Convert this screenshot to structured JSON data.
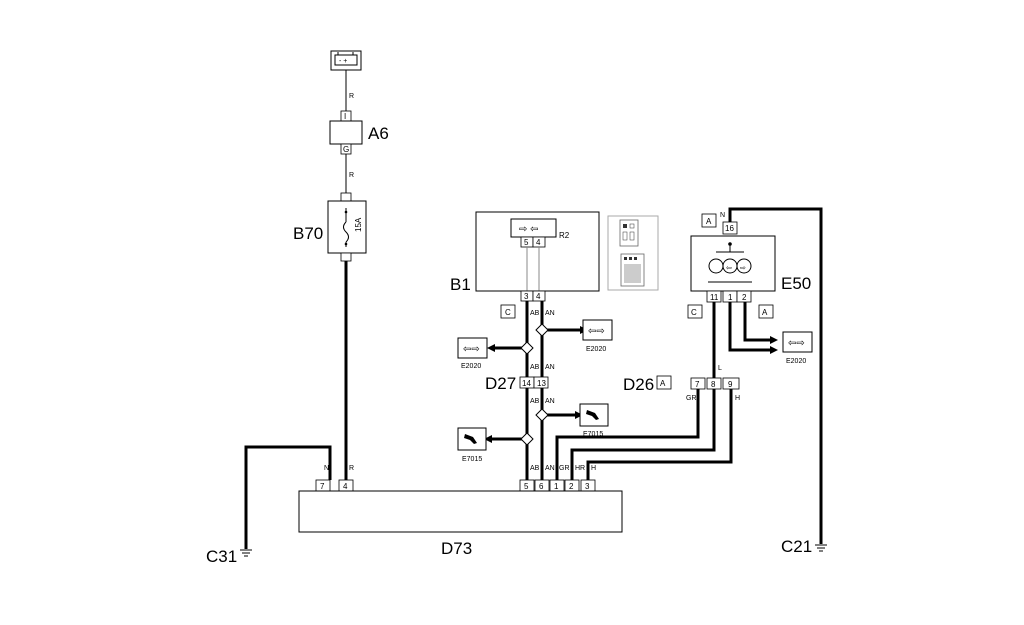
{
  "components": {
    "battery": {
      "icon": "battery-icon"
    },
    "a6": {
      "name": "A6",
      "pin_top": "I",
      "pin_bottom": "G"
    },
    "b70": {
      "name": "B70",
      "fuse_rating": "15A"
    },
    "b1": {
      "name": "B1",
      "connector_id": "R2",
      "pins": [
        "5",
        "4"
      ],
      "bottom_pins": [
        "3",
        "4"
      ]
    },
    "e50": {
      "name": "E50",
      "top_pin": "16",
      "pins": [
        "11",
        "1",
        "2"
      ]
    },
    "d27": {
      "name": "D27",
      "pins": [
        "14",
        "13"
      ]
    },
    "d26": {
      "name": "D26",
      "pins": [
        "7",
        "8",
        "9"
      ]
    },
    "d73": {
      "name": "D73",
      "pins": [
        "7",
        "4",
        "5",
        "6",
        "1",
        "2",
        "3"
      ]
    },
    "c31": {
      "name": "C31"
    },
    "c21": {
      "name": "C21"
    }
  },
  "connector_tags": {
    "b1_bottom": "C",
    "e50_top": "A",
    "e50_left": "C",
    "e50_right": "A",
    "d26": "A"
  },
  "wire_labels": {
    "bat_a6": "R",
    "a6_b70": "R",
    "b70_d73": "R",
    "c31_d73": "N",
    "c21_e50": "N",
    "b1_ab_top": "AB",
    "b1_an_top": "AN",
    "d27_ab_in": "AB",
    "d27_an_in": "AN",
    "d27_ab_out": "AB",
    "d27_an_out": "AN",
    "d73_ab": "AB",
    "d73_an": "AN",
    "d73_gr": "GR",
    "d73_hr": "HR",
    "d73_h": "H",
    "e50_l": "L",
    "d26_gr": "GR",
    "d26_h": "H"
  },
  "references": {
    "e2020_right_top": "E2020",
    "e2020_left": "E2020",
    "e2020_e50": "E2020",
    "e7015_right": "E7015",
    "e7015_left": "E7015"
  }
}
